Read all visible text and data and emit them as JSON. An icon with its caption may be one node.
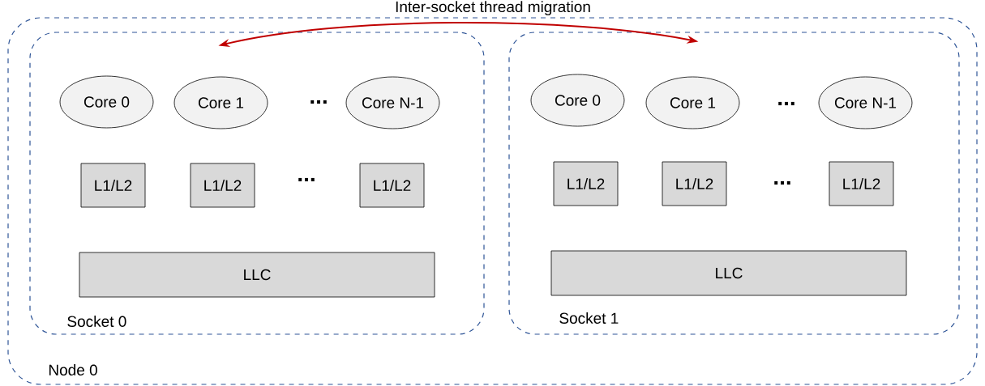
{
  "diagram": {
    "nodes": [
      {
        "text": [
          "Node 0"
        ]
      },
      {
        "text": [
          "Socket 0"
        ],
        "in": 0
      },
      {
        "text": [
          "Core 0"
        ],
        "in": 1
      },
      {
        "text": [
          "Core 1"
        ],
        "in": 1
      },
      {
        "text": [
          "Core N-1"
        ],
        "in": 1
      },
      {
        "text": [
          "L1/L2"
        ],
        "in": 1
      },
      {
        "text": [
          "L1/L2"
        ],
        "in": 1
      },
      {
        "text": [
          "L1/L2"
        ],
        "in": 1
      },
      {
        "text": [
          "LLC"
        ],
        "in": 1
      },
      {
        "text": [
          "Socket 1"
        ],
        "in": 0
      },
      {
        "text": [
          "Core 0"
        ],
        "in": 9
      },
      {
        "text": [
          "Core 1"
        ],
        "in": 9
      },
      {
        "text": [
          "Core N-1"
        ],
        "in": 9
      },
      {
        "text": [
          "L1/L2"
        ],
        "in": 9
      },
      {
        "text": [
          "L1/L2"
        ],
        "in": 9
      },
      {
        "text": [
          "L1/L2"
        ],
        "in": 9
      },
      {
        "text": [
          "LLC"
        ],
        "in": 9
      }
    ],
    "edges": [
      {
        "from": 1,
        "to": 9,
        "arrow": "both",
        "label": "Inter-socket thread migration",
        "color": "#c00000"
      }
    ],
    "labels": [
      "...",
      "...",
      "...",
      "..."
    ]
  }
}
